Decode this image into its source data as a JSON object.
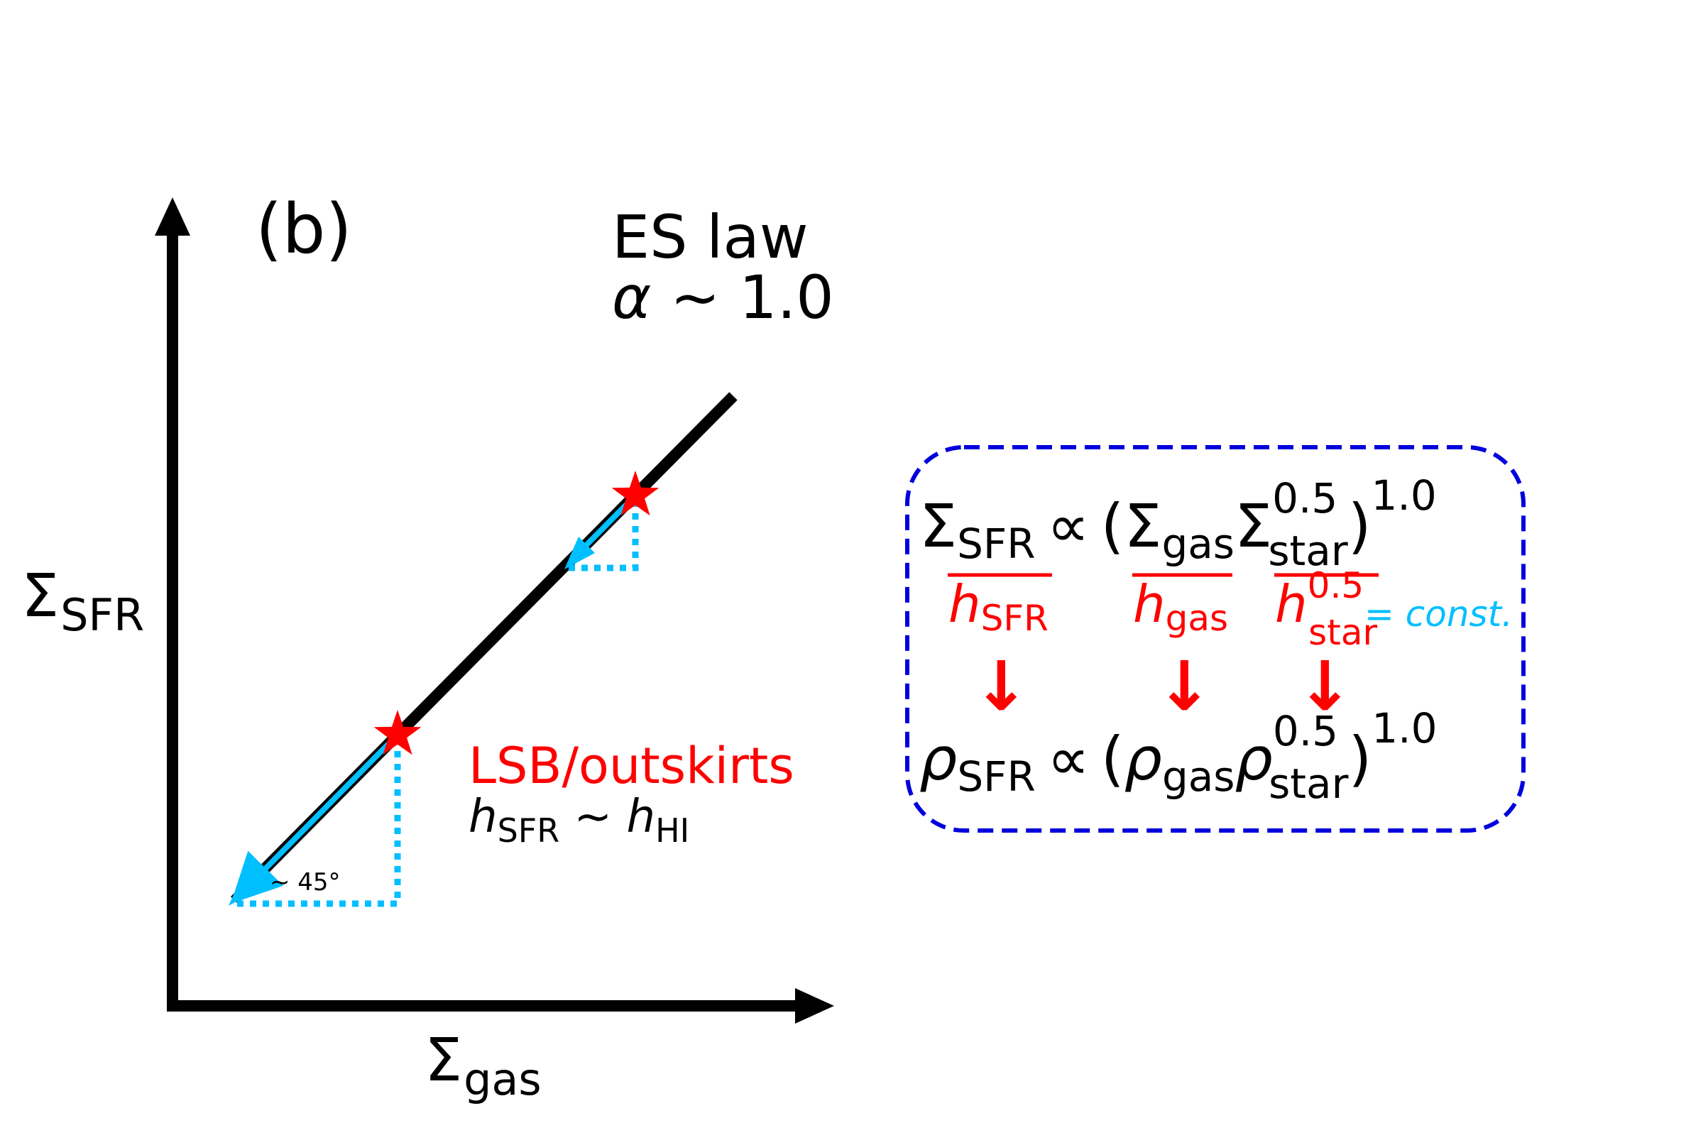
{
  "panel_label": "(b)",
  "axes": {
    "y_label": {
      "main": "Σ",
      "sub": "SFR"
    },
    "x_label": {
      "main": "Σ",
      "sub": "gas"
    }
  },
  "law": {
    "title": "ES law",
    "alpha_symbol": "α",
    "alpha_text": " ∼ 1.0"
  },
  "annotation": {
    "region": "LSB/outskirts",
    "relation": {
      "h1": "h",
      "h1_sub": "SFR",
      "sim": " ∼ ",
      "h2": "h",
      "h2_sub": "HI"
    }
  },
  "angle_label": "∼ 45°",
  "equation_box": {
    "prop": "∝",
    "top": {
      "s1": "Σ",
      "s1_sub": "SFR",
      "open": "(",
      "s2": "Σ",
      "s2_sub": "gas",
      "s3": "Σ",
      "s3_sub": "star",
      "s3_sup": "0.5",
      "close": ")",
      "exp": "1.0"
    },
    "denoms": [
      {
        "h": "h",
        "sub": "SFR"
      },
      {
        "h": "h",
        "sub": "gas"
      },
      {
        "h": "h",
        "sub": "star",
        "sup": "0.5"
      }
    ],
    "const_text": "= const.",
    "arrow_glyph": "↓",
    "bottom": {
      "r1": "ρ",
      "r1_sub": "SFR",
      "open": "(",
      "r2": "ρ",
      "r2_sub": "gas",
      "r3": "ρ",
      "r3_sub": "star",
      "r3_sup": "0.5",
      "close": ")",
      "exp": "1.0"
    }
  },
  "colors": {
    "axis": "#000000",
    "relation_line": "#000000",
    "highlight": "#ff0000",
    "shift_arrow": "#00bfff",
    "box_border": "#0000dd"
  }
}
